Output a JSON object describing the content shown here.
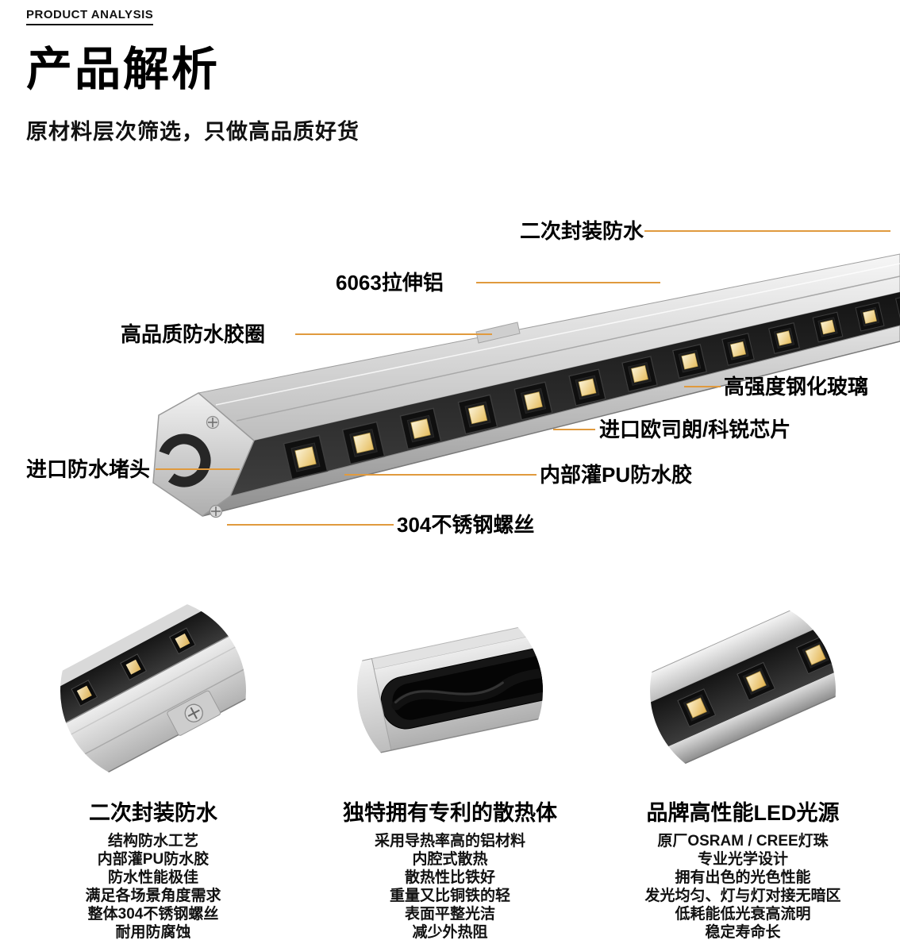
{
  "header": {
    "eyebrow": "PRODUCT ANALYSIS",
    "title": "产品解析",
    "subtitle": "原材料层次筛选，只做高品质好货"
  },
  "callouts": [
    {
      "label": "二次封装防水"
    },
    {
      "label": "6063拉伸铝"
    },
    {
      "label": "高品质防水胶圈"
    },
    {
      "label": "高强度钢化玻璃"
    },
    {
      "label": "进口欧司朗/科锐芯片"
    },
    {
      "label": "进口防水堵头"
    },
    {
      "label": "内部灌PU防水胶"
    },
    {
      "label": "304不锈钢螺丝"
    }
  ],
  "features": [
    {
      "title": "二次封装防水",
      "lines": [
        "结构防水工艺",
        "内部灌PU防水胶",
        "防水性能极佳",
        "满足各场景角度需求",
        "整体304不锈钢螺丝",
        "耐用防腐蚀"
      ]
    },
    {
      "title": "独特拥有专利的散热体",
      "lines": [
        "采用导热率高的铝材料",
        "内腔式散热",
        "散热性比铁好",
        "重量又比铜铁的轻",
        "表面平整光洁",
        "减少外热阻"
      ]
    },
    {
      "title": "品牌高性能LED光源",
      "lines": [
        "原厂OSRAM / CREE灯珠",
        "专业光学设计",
        "拥有出色的光色性能",
        "发光均匀、灯与灯对接无暗区",
        "低耗能低光衰高流明",
        "稳定寿命长"
      ]
    }
  ],
  "colors": {
    "leader_line": "#e09a3e",
    "led_chip": "#e6bd5e",
    "aluminum": "#c9c9c9",
    "panel_dark": "#1c1c1c",
    "text": "#000000",
    "background": "#ffffff"
  }
}
